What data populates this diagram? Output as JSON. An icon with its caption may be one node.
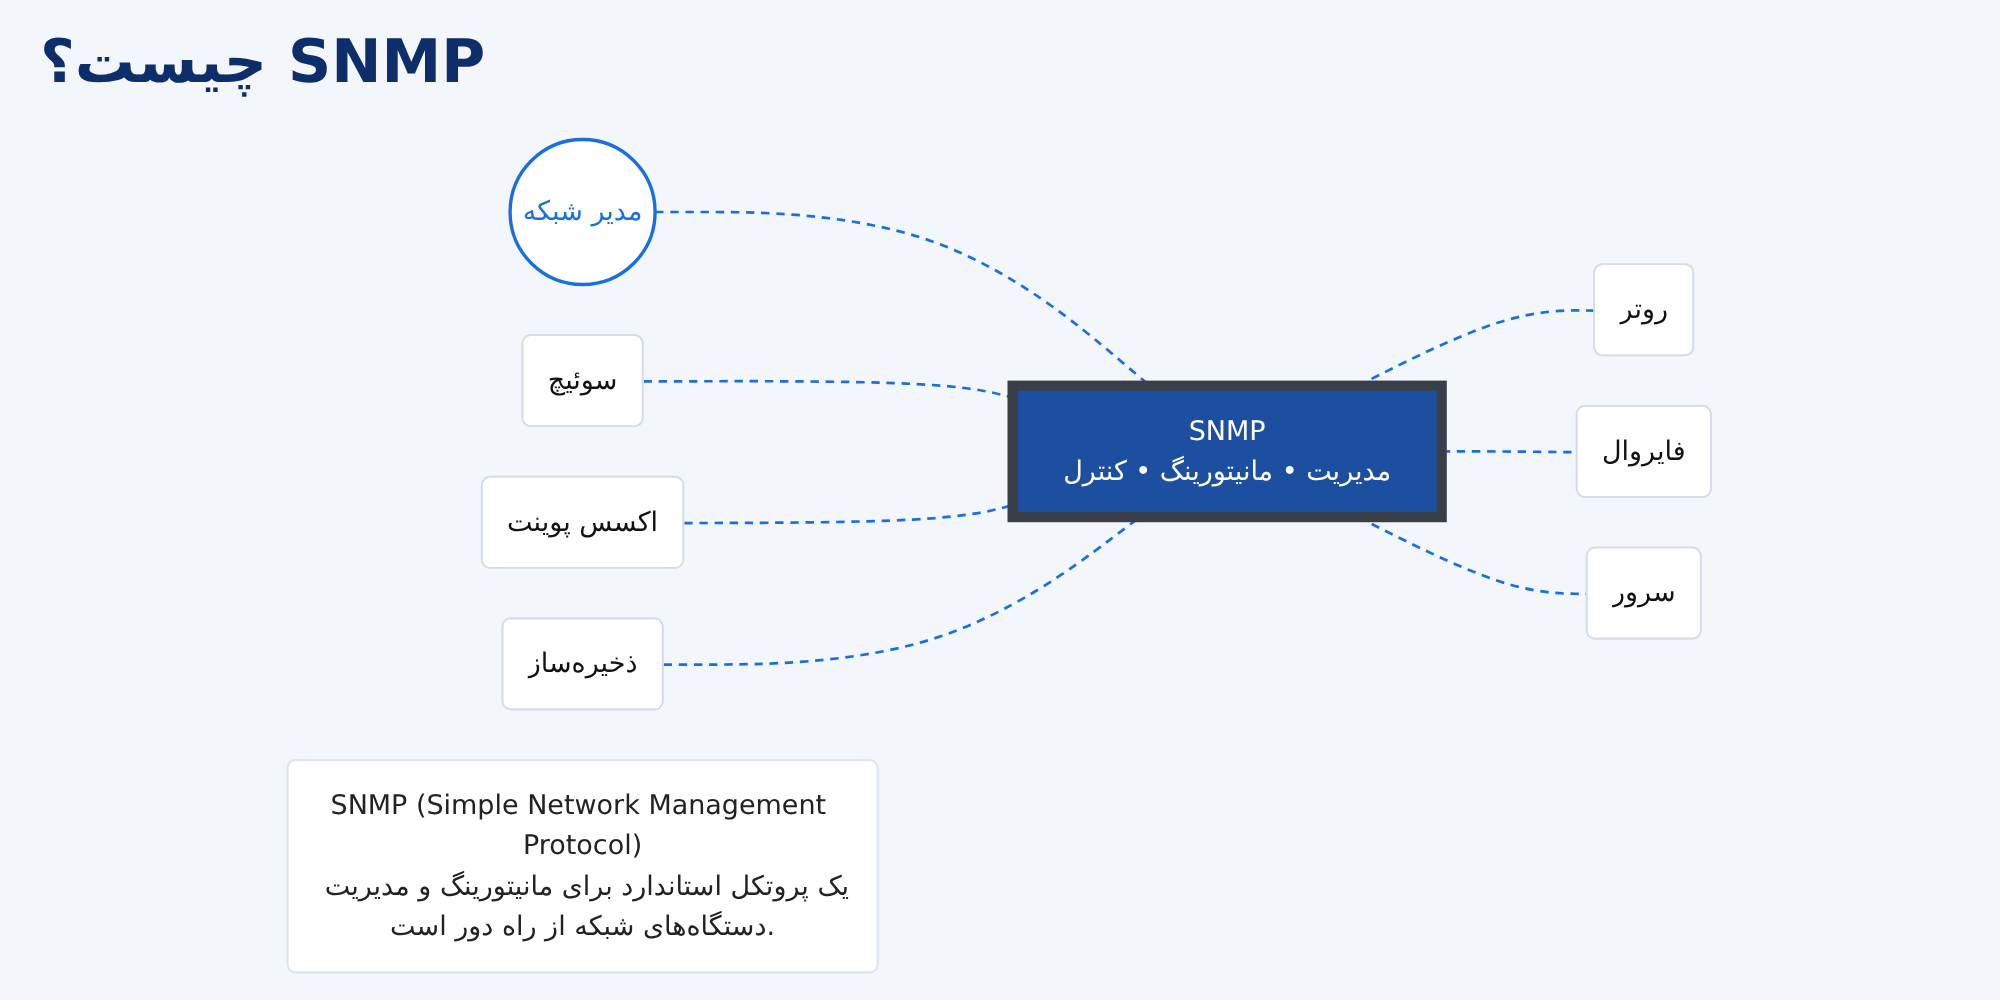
{
  "diagram": {
    "title": "SNMP چیست؟",
    "nodes": [
      {
        "text": [
          "مدیر شبکه"
        ]
      },
      {
        "text": [
          "SNMP",
          "مدیریت • مانیتورینگ • کنترل"
        ]
      },
      {
        "text": [
          "سوئیچ"
        ]
      },
      {
        "text": [
          "اکسس پوینت"
        ]
      },
      {
        "text": [
          "ذخیره‌ساز"
        ]
      },
      {
        "text": [
          "روتر"
        ]
      },
      {
        "text": [
          "فایروال"
        ]
      },
      {
        "text": [
          "سرور"
        ]
      },
      {
        "text": [
          "SNMP (Simple Network Management Protocol)",
          "یک پروتکل استاندارد برای مانیتورینگ و مدیریت دستگاه‌های شبکه از راه دور است."
        ]
      }
    ],
    "edges": [
      {
        "from": 0,
        "to": 1,
        "arrow": "none",
        "style": "dashed"
      },
      {
        "from": 2,
        "to": 1,
        "arrow": "none",
        "style": "dashed"
      },
      {
        "from": 3,
        "to": 1,
        "arrow": "none",
        "style": "dashed"
      },
      {
        "from": 4,
        "to": 1,
        "arrow": "none",
        "style": "dashed"
      },
      {
        "from": 1,
        "to": 5,
        "arrow": "none",
        "style": "dashed"
      },
      {
        "from": 1,
        "to": 6,
        "arrow": "none",
        "style": "dashed"
      },
      {
        "from": 1,
        "to": 7,
        "arrow": "none",
        "style": "dashed"
      }
    ]
  }
}
